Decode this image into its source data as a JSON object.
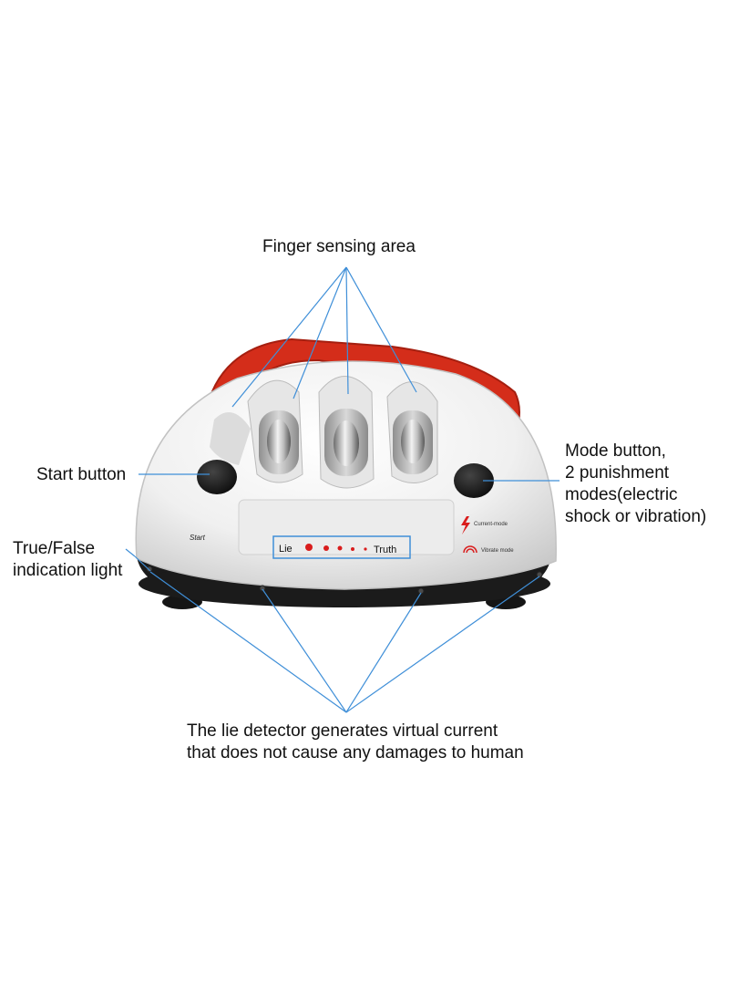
{
  "annotations": {
    "finger_area": "Finger sensing area",
    "start_button": "Start button",
    "true_false": [
      "True/False",
      "indication light"
    ],
    "mode_button": [
      "Mode button,",
      "2 punishment",
      "modes(electric",
      "shock or vibration)"
    ],
    "bottom_note": [
      "The lie detector generates virtual current",
      "that does not cause any damages to human"
    ]
  },
  "device": {
    "start_label": "Start",
    "lie_label": "Lie",
    "truth_label": "Truth",
    "current_mode_label": "Current-mode",
    "vibrate_mode_label": "Vibrate mode"
  },
  "colors": {
    "callout_line": "#3f8fd8",
    "strap": "#d42d1a",
    "body": "#f4f4f4",
    "indicator_red": "#d91c1c",
    "base": "#1b1b1b"
  }
}
